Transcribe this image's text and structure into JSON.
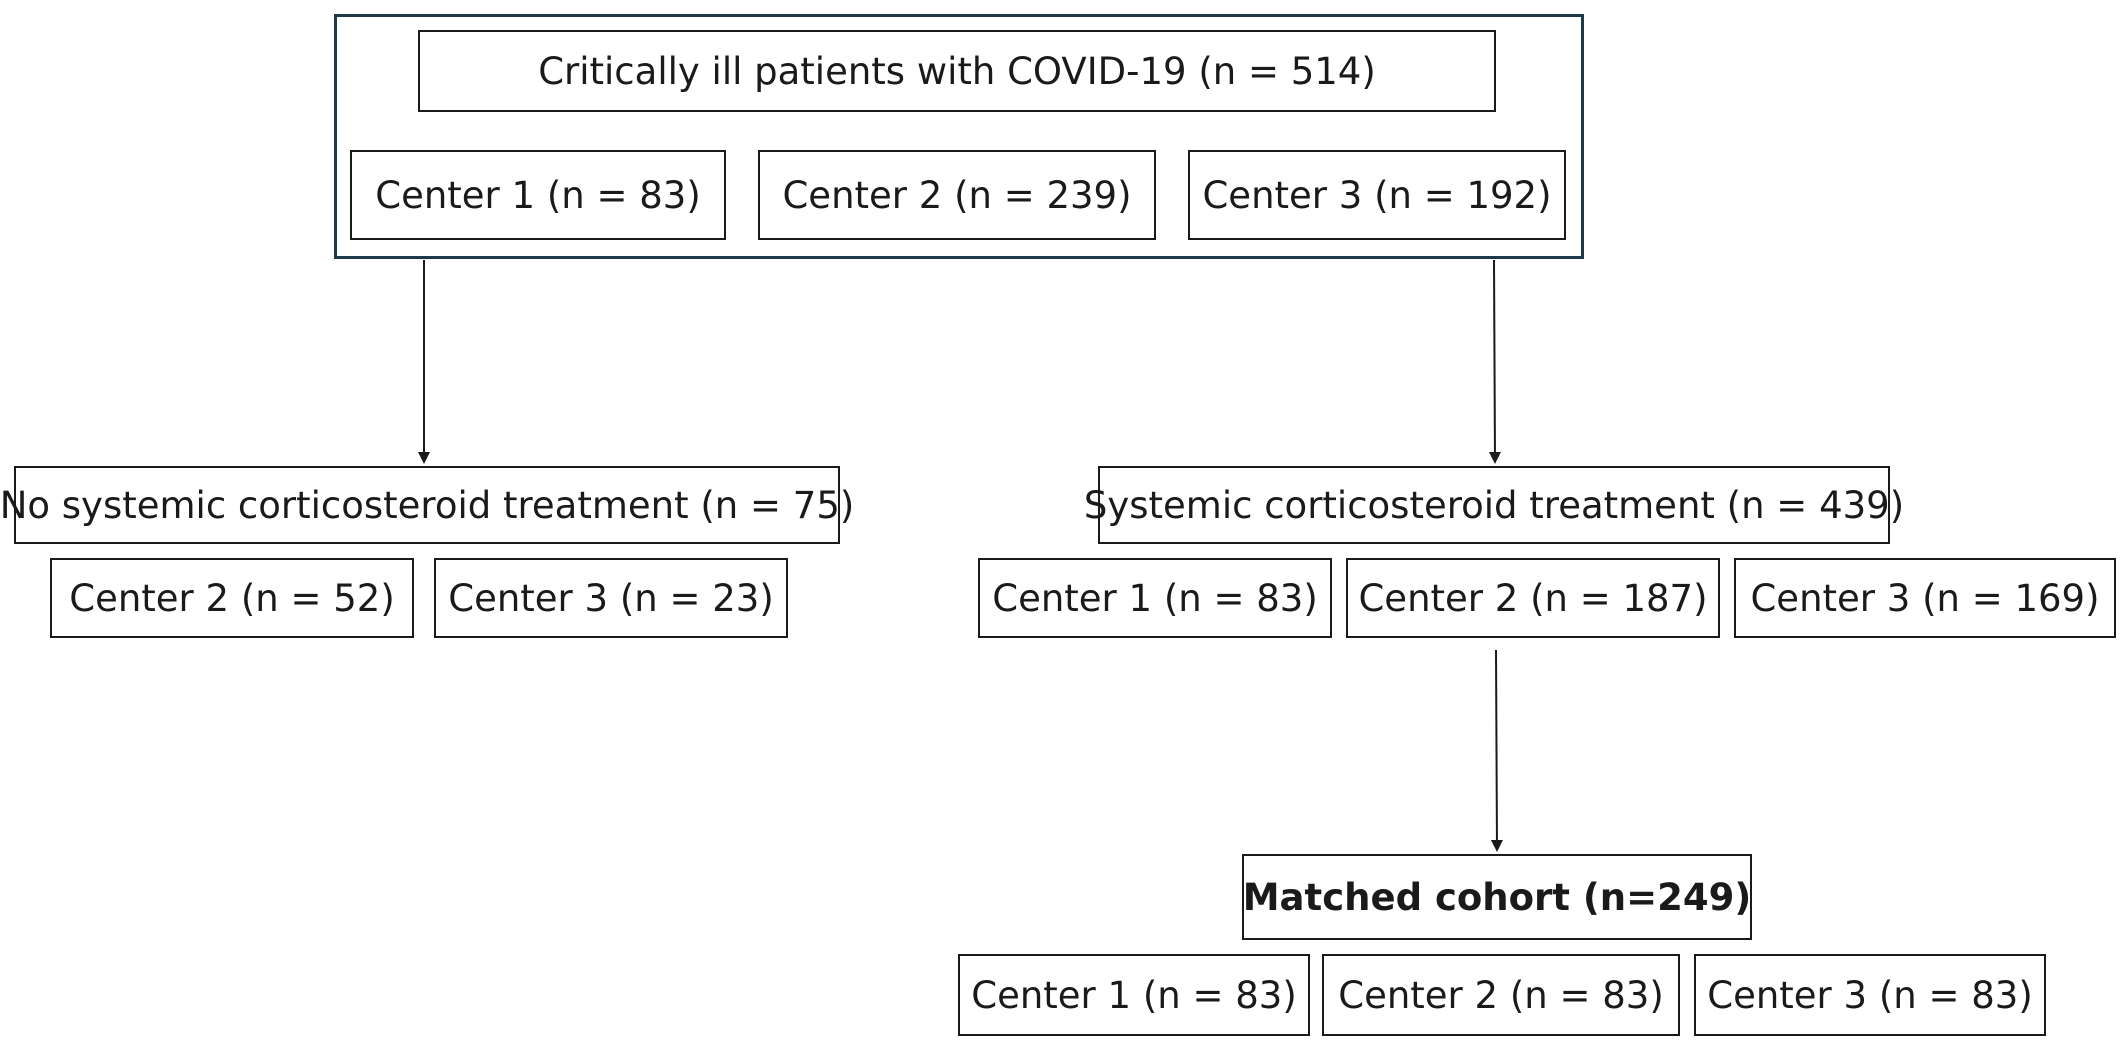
{
  "top": {
    "title": "Critically ill patients with COVID-19 (n = 514)",
    "centers": [
      "Center 1 (n = 83)",
      "Center 2 (n = 239)",
      "Center 3 (n = 192)"
    ]
  },
  "no_treatment": {
    "title": "No systemic corticosteroid treatment (n = 75)",
    "centers": [
      "Center 2 (n = 52)",
      "Center 3 (n = 23)"
    ]
  },
  "treatment": {
    "title": "Systemic corticosteroid treatment (n = 439)",
    "centers": [
      "Center 1 (n = 83)",
      "Center 2 (n = 187)",
      "Center 3 (n = 169)"
    ]
  },
  "matched": {
    "title": "Matched cohort (n=249)",
    "centers": [
      "Center 1 (n = 83)",
      "Center 2 (n = 83)",
      "Center 3 (n = 83)"
    ]
  }
}
